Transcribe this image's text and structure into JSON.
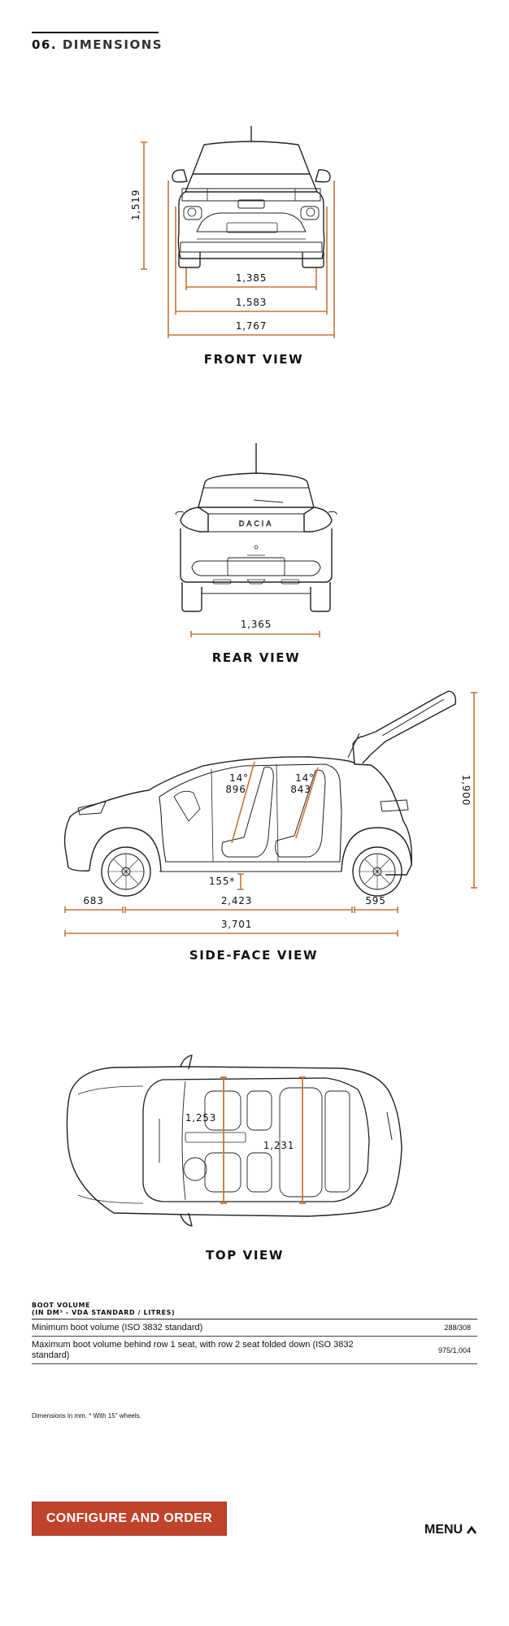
{
  "section": {
    "number": "06.",
    "title": "DIMENSIONS"
  },
  "colors": {
    "accent_dimension_line": "#c8743a",
    "cta_background": "#c0432c",
    "outline": "#222222"
  },
  "front_view": {
    "label": "FRONT VIEW",
    "height": "1,519",
    "track": "1,385",
    "width_no_mirrors": "1,583",
    "width": "1,767"
  },
  "rear_view": {
    "label": "REAR VIEW",
    "track": "1,365",
    "badge": "DACIA"
  },
  "side_view": {
    "label": "SIDE-FACE VIEW",
    "front_angle": "14°",
    "front_headroom": "896",
    "rear_angle": "14°",
    "rear_headroom": "843",
    "ground_clearance": "155*",
    "front_overhang": "683",
    "wheelbase": "2,423",
    "rear_overhang": "595",
    "length": "3,701",
    "height_tailgate_open": "1,900"
  },
  "top_view": {
    "label": "TOP VIEW",
    "front_elbow_width": "1,253",
    "rear_elbow_width": "1,231"
  },
  "boot_volume": {
    "heading_line1": "BOOT VOLUME",
    "heading_line2": "(IN DM³ - VDA STANDARD / LITRES)",
    "rows": [
      {
        "label": "Minimum boot volume (ISO 3832 standard)",
        "value": "288/308"
      },
      {
        "label": "Maximum boot volume behind row 1 seat, with row 2 seat folded down (ISO 3832 standard)",
        "value": "975/1,004"
      }
    ]
  },
  "footnote": "Dimensions in mm. * With 15\" wheels.",
  "cta": {
    "label": "CONFIGURE AND ORDER"
  },
  "menu": {
    "label": "MENU",
    "icon": "chevron-up-icon"
  }
}
